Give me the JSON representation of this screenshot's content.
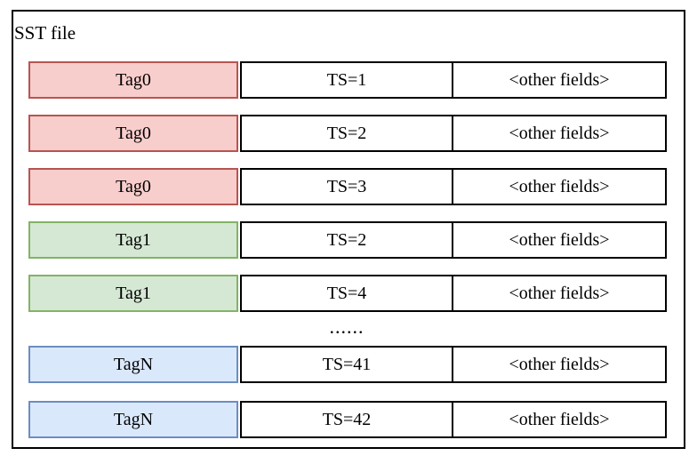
{
  "diagram": {
    "title": "SST file",
    "ellipsis": "......",
    "colors": {
      "tag0_fill": "#f8cecc",
      "tag0_border": "#b85450",
      "tag1_fill": "#d5e8d4",
      "tag1_border": "#82b366",
      "tagN_fill": "#dae8fc",
      "tagN_border": "#6c8ebf",
      "cell_border": "#000000",
      "outer_border": "#000000"
    },
    "rows": [
      {
        "tag": "Tag0",
        "ts": "TS=1",
        "other": "<other fields>"
      },
      {
        "tag": "Tag0",
        "ts": "TS=2",
        "other": "<other fields>"
      },
      {
        "tag": "Tag0",
        "ts": "TS=3",
        "other": "<other fields>"
      },
      {
        "tag": "Tag1",
        "ts": "TS=2",
        "other": "<other fields>"
      },
      {
        "tag": "Tag1",
        "ts": "TS=4",
        "other": "<other fields>"
      },
      {
        "tag": "TagN",
        "ts": "TS=41",
        "other": "<other fields>"
      },
      {
        "tag": "TagN",
        "ts": "TS=42",
        "other": "<other fields>"
      }
    ]
  }
}
